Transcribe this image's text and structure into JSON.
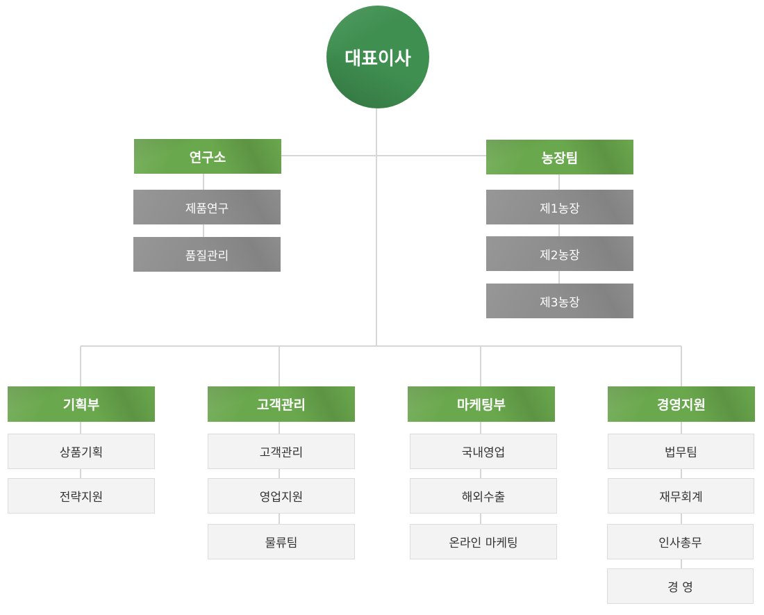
{
  "ceo": {
    "label": "대표이사"
  },
  "upper": {
    "research": {
      "title": "연구소",
      "items": [
        "제품연구",
        "품질관리"
      ]
    },
    "farm": {
      "title": "농장팀",
      "items": [
        "제1농장",
        "제2농장",
        "제3농장"
      ]
    }
  },
  "lower": [
    {
      "title": "기획부",
      "items": [
        "상품기획",
        "전략지원"
      ]
    },
    {
      "title": "고객관리",
      "items": [
        "고객관리",
        "영업지원",
        "물류팀"
      ]
    },
    {
      "title": "마케팅부",
      "items": [
        "국내영업",
        "해외수출",
        "온라인 마케팅"
      ]
    },
    {
      "title": "경영지원",
      "items": [
        "법무팀",
        "재무회계",
        "인사총무",
        "경 영"
      ]
    }
  ],
  "colors": {
    "ceo_green": "#3f8f50",
    "dept_green": "#6aa84d",
    "upper_sub_gray": "#8e8e8e",
    "lower_sub_bg": "#f3f3f3",
    "connector": "#d6d6d6"
  }
}
